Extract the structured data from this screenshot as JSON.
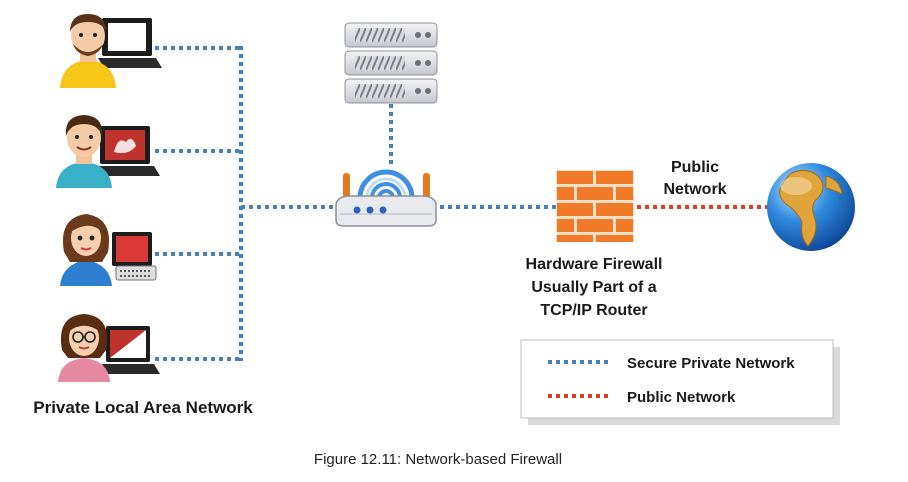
{
  "title": "",
  "labels": {
    "lan": "Private Local Area Network",
    "public_network_line1": "Public",
    "public_network_line2": "Network",
    "firewall_line1": "Hardware Firewall",
    "firewall_line2": "Usually Part of a",
    "firewall_line3": "TCP/IP Router"
  },
  "legend": {
    "items": [
      {
        "label": "Secure Private Network",
        "color": "#4a7fb8"
      },
      {
        "label": "Public Network",
        "color": "#e03a2c"
      }
    ]
  },
  "caption": "Figure 12.11: Network-based Firewall",
  "colors": {
    "secure_link": "#4a7fb8",
    "public_link": "#e03a2c",
    "firewall_brick": "#f07a28",
    "globe": "#2f6fc6"
  },
  "icons": {
    "users": [
      "user-laptop-icon",
      "user-laptop-icon",
      "user-desktop-icon",
      "user-laptop-icon"
    ],
    "server": "server-rack-icon",
    "router": "wireless-router-icon",
    "firewall": "brick-firewall-icon",
    "internet": "globe-icon"
  }
}
